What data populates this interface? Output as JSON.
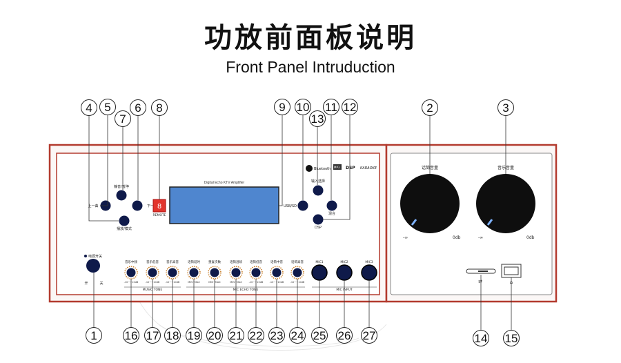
{
  "title_cn": "功放前面板说明",
  "title_en": "Front Panel Intruduction",
  "panel": {
    "display_caption": "Digital Echo KTV Amplifier",
    "next_label": "下一曲",
    "prev_label": "上一曲",
    "top_button_label": "静音/暂停",
    "bottom_button_label": "播放/模式",
    "remote_label": "REMOTE",
    "usb_sd_label": "USB/SD",
    "pair_label": "输入选择",
    "right_button_label": "混合",
    "dsp_button_label": "DSP",
    "power_label": "电源开关",
    "power_on_label": "开",
    "power_off_label": "关",
    "knobs_left": [
      {
        "label": "音乐中频",
        "range": "-10~+10dB"
      },
      {
        "label": "音乐低音",
        "range": "-10~+10dB"
      },
      {
        "label": "音乐高音",
        "range": "-10~+10dB"
      },
      {
        "label": "话筒延时",
        "range": "MIN~MAX"
      },
      {
        "label": "重复次数",
        "range": "MIN~MAX"
      },
      {
        "label": "话筒混响",
        "range": "MIN~MAX"
      },
      {
        "label": "话筒低音",
        "range": "-10~+10dB"
      },
      {
        "label": "话筒中音",
        "range": "-10~+10dB"
      },
      {
        "label": "话筒高音",
        "range": "-10~+10dB"
      }
    ],
    "group_music_tone": "MUSIC TONE",
    "group_mic_echo_tone": "MIC ECHO TONE",
    "mic_jacks": [
      "MIC1",
      "MIC2",
      "MIC3"
    ],
    "group_mic_input": "MIC INPUT",
    "logos": [
      "Bluetooth",
      "MP3",
      "DSP",
      "KARAOKE"
    ],
    "volume_mic_label": "话筒音量",
    "volume_music_label": "音乐音量",
    "volume_min": "-∞",
    "volume_max": "0db"
  },
  "callouts_top": [
    "4",
    "5",
    "7",
    "6",
    "8",
    "9",
    "10",
    "13",
    "11",
    "12",
    "2",
    "3"
  ],
  "callouts_bottom": [
    "1",
    "16",
    "17",
    "18",
    "19",
    "20",
    "21",
    "22",
    "23",
    "24",
    "25",
    "26",
    "27",
    "14",
    "15"
  ],
  "colors": {
    "panel_border": "#b33a2e",
    "display_blue": "#4f86cf",
    "button_navy": "#0f1a4a",
    "remote_red": "#e2342c"
  }
}
